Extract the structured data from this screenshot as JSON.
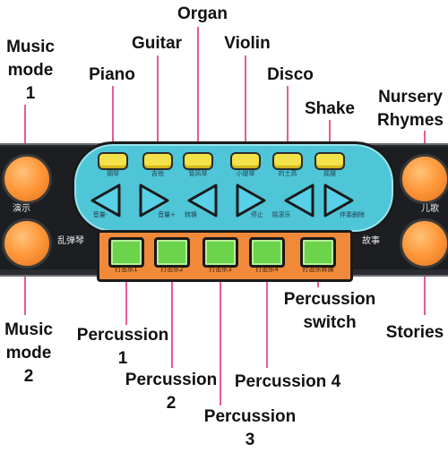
{
  "labels": {
    "organ": "Organ",
    "guitar": "Guitar",
    "violin": "Violin",
    "piano": "Piano",
    "disco": "Disco",
    "shake": "Shake",
    "music_mode_1": [
      "Music",
      "mode",
      "1"
    ],
    "nursery_rhymes": [
      "Nursery",
      "Rhymes"
    ],
    "music_mode_2": [
      "Music",
      "mode",
      "2"
    ],
    "stories": "Stories",
    "percussion_1": [
      "Percussion",
      "1"
    ],
    "percussion_2": [
      "Percussion",
      "2"
    ],
    "percussion_3": [
      "Percussion",
      "3"
    ],
    "percussion_4": "Percussion 4",
    "percussion_switch": [
      "Percussion",
      "switch"
    ]
  },
  "keyboard": {
    "instrument_buttons": [
      "钢琴",
      "吉他",
      "管风琴",
      "小提琴",
      "的士高",
      "摇摆"
    ],
    "arrow_buttons": [
      "音量-",
      "音量+",
      "转换",
      "停止",
      "摇滚乐",
      "伴奏删除"
    ],
    "percussion_buttons": [
      "打击乐1",
      "打击乐2",
      "打击乐3",
      "打击乐4",
      "打击乐转换"
    ],
    "left_top": "演示",
    "left_bottom": "乱弹琴",
    "right_top": "儿歌",
    "right_bottom": "故事"
  },
  "colors": {
    "leader": "#e85a9a",
    "blue_panel": "#4ec6d7",
    "orange_panel": "#f08a3a",
    "yellow_button": "#f4e24a",
    "green_button": "#6bd44a",
    "round_button": "#ff9a3c"
  }
}
